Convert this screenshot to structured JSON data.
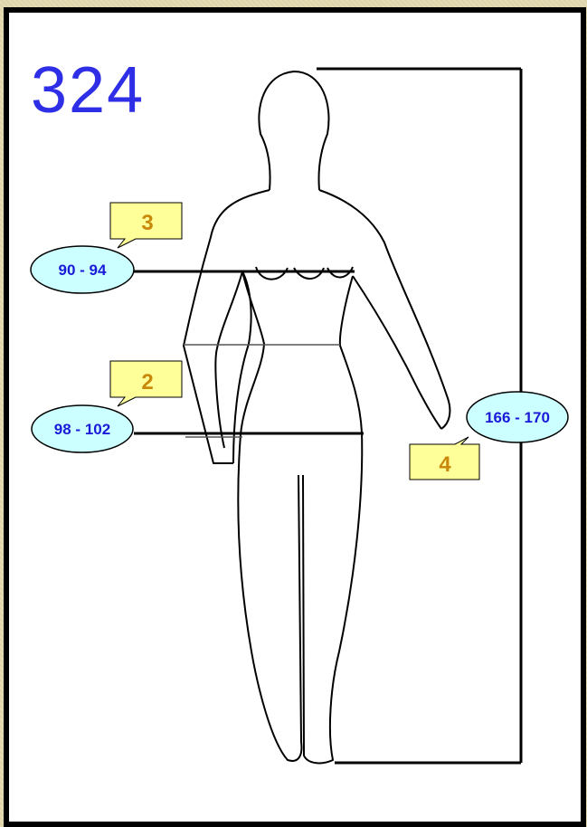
{
  "title_number": "324",
  "measurements": [
    {
      "id": "bust",
      "range": "90 - 94",
      "tag": "3"
    },
    {
      "id": "hips",
      "range": "98 - 102",
      "tag": "2"
    },
    {
      "id": "height",
      "range": "166 - 170",
      "tag": "4"
    }
  ],
  "colors": {
    "oval_fill": "#ccffff",
    "tag_fill": "#ffff99",
    "range_text": "#1a1ad8",
    "tag_text": "#c8880a",
    "title_text": "#2e2ee6"
  }
}
